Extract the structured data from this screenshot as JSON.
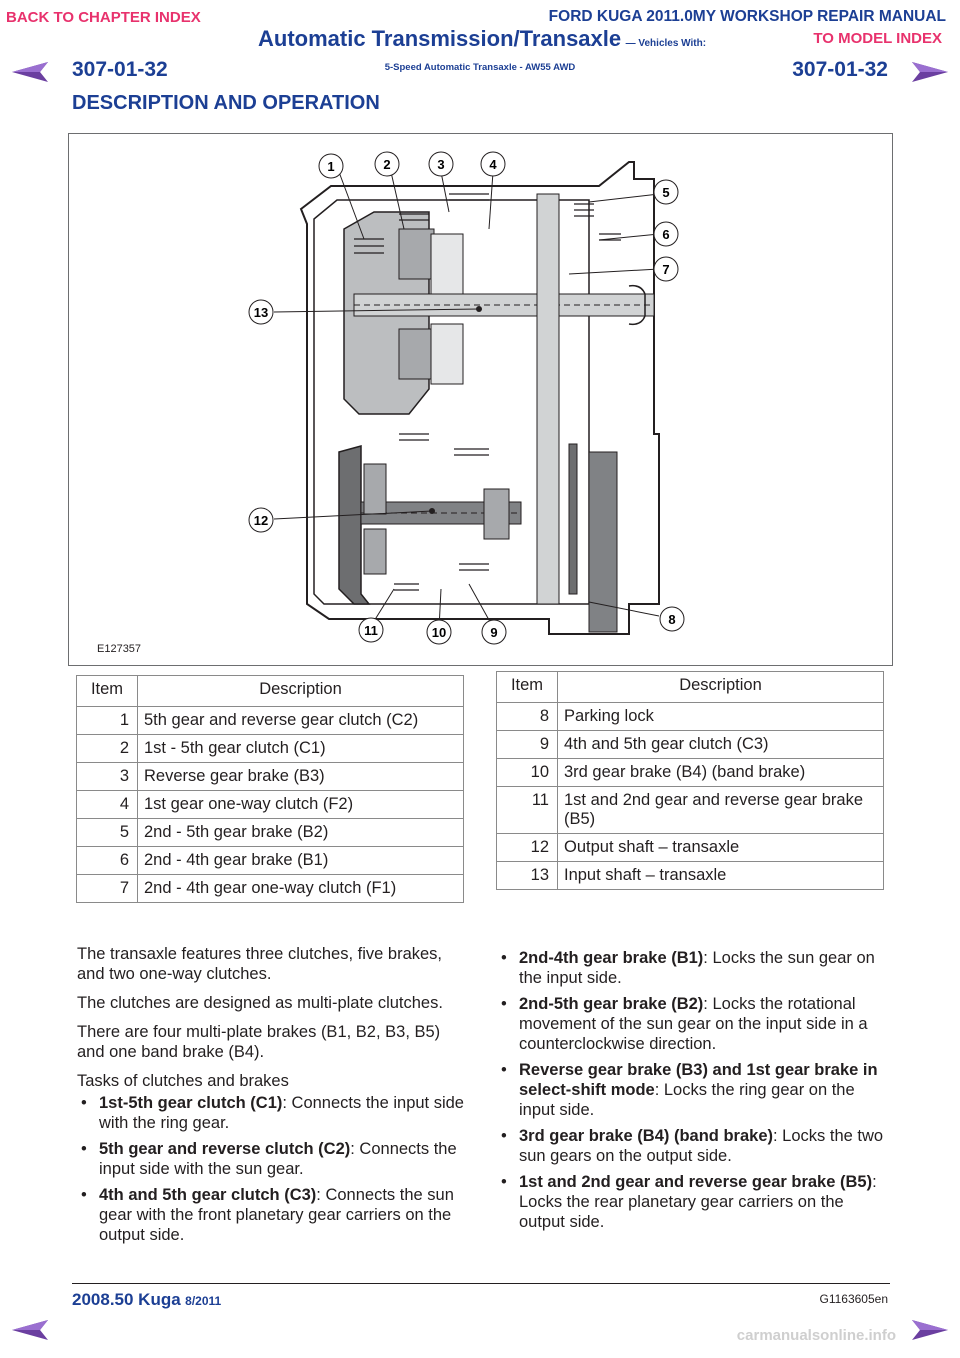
{
  "nav": {
    "back_to_chapter": "BACK TO CHAPTER INDEX",
    "to_model_index": "TO MODEL INDEX"
  },
  "header": {
    "manual_title": "FORD KUGA 2011.0MY WORKSHOP REPAIR MANUAL",
    "section_title": "Automatic Transmission/Transaxle",
    "vehicles_with": "— Vehicles With:",
    "subtitle": "5-Speed Automatic Transaxle - AW55 AWD",
    "page_left": "307-01-32",
    "page_right": "307-01-32",
    "section_heading": "DESCRIPTION AND OPERATION"
  },
  "figure": {
    "code": "E127357",
    "callouts": [
      "1",
      "2",
      "3",
      "4",
      "5",
      "6",
      "7",
      "8",
      "9",
      "10",
      "11",
      "12",
      "13"
    ]
  },
  "table_left": {
    "col_item": "Item",
    "col_desc": "Description",
    "rows": [
      {
        "item": "1",
        "desc": "5th gear and reverse gear clutch (C2)"
      },
      {
        "item": "2",
        "desc": "1st - 5th gear clutch (C1)"
      },
      {
        "item": "3",
        "desc": "Reverse gear brake (B3)"
      },
      {
        "item": "4",
        "desc": "1st gear one-way clutch (F2)"
      },
      {
        "item": "5",
        "desc": "2nd - 5th gear brake (B2)"
      },
      {
        "item": "6",
        "desc": "2nd - 4th gear brake (B1)"
      },
      {
        "item": "7",
        "desc": "2nd - 4th gear one-way clutch (F1)"
      }
    ]
  },
  "table_right": {
    "col_item": "Item",
    "col_desc": "Description",
    "rows": [
      {
        "item": "8",
        "desc": "Parking lock"
      },
      {
        "item": "9",
        "desc": "4th and 5th gear clutch (C3)"
      },
      {
        "item": "10",
        "desc": "3rd gear brake (B4) (band brake)"
      },
      {
        "item": "11",
        "desc": "1st and 2nd gear and reverse gear brake (B5)"
      },
      {
        "item": "12",
        "desc": "Output shaft – transaxle"
      },
      {
        "item": "13",
        "desc": "Input shaft – transaxle"
      }
    ]
  },
  "body_left": {
    "p1": "The transaxle features three clutches, five brakes, and two one-way clutches.",
    "p2": "The clutches are designed as multi-plate clutches.",
    "p3": "There are four multi-plate brakes (B1, B2, B3, B5) and one band brake (B4).",
    "p4": "Tasks of clutches and brakes",
    "bullets": [
      {
        "term": "1st-5th gear clutch (C1)",
        "text": ": Connects the input side with the ring gear."
      },
      {
        "term": "5th gear and reverse clutch (C2)",
        "text": ": Connects the input side with the sun gear."
      },
      {
        "term": "4th and 5th gear clutch (C3)",
        "text": ": Connects the sun gear with the front planetary gear carriers on the output side."
      }
    ]
  },
  "body_right": {
    "bullets": [
      {
        "term": "2nd-4th gear brake (B1)",
        "text": ": Locks the sun gear on the input side."
      },
      {
        "term": "2nd-5th gear brake (B2)",
        "text": ": Locks the rotational movement of the sun gear on the input side in a counterclockwise direction."
      },
      {
        "term": "Reverse gear brake (B3) and 1st gear brake in select-shift mode",
        "text": ": Locks the ring gear on the input side."
      },
      {
        "term": "3rd gear brake (B4) (band brake)",
        "text": ": Locks the two sun gears on the output side."
      },
      {
        "term": "1st and 2nd gear and reverse gear brake (B5)",
        "text": ": Locks the rear planetary gear carriers on the output side."
      }
    ]
  },
  "footer": {
    "model": "2008.50 Kuga",
    "date": "8/2011",
    "doc_code": "G1163605en",
    "watermark": "carmanualsonline.info"
  },
  "colors": {
    "nav_pink": "#e8326d",
    "header_blue": "#1c3f94",
    "arrow_purple": "#6b3fa0"
  }
}
